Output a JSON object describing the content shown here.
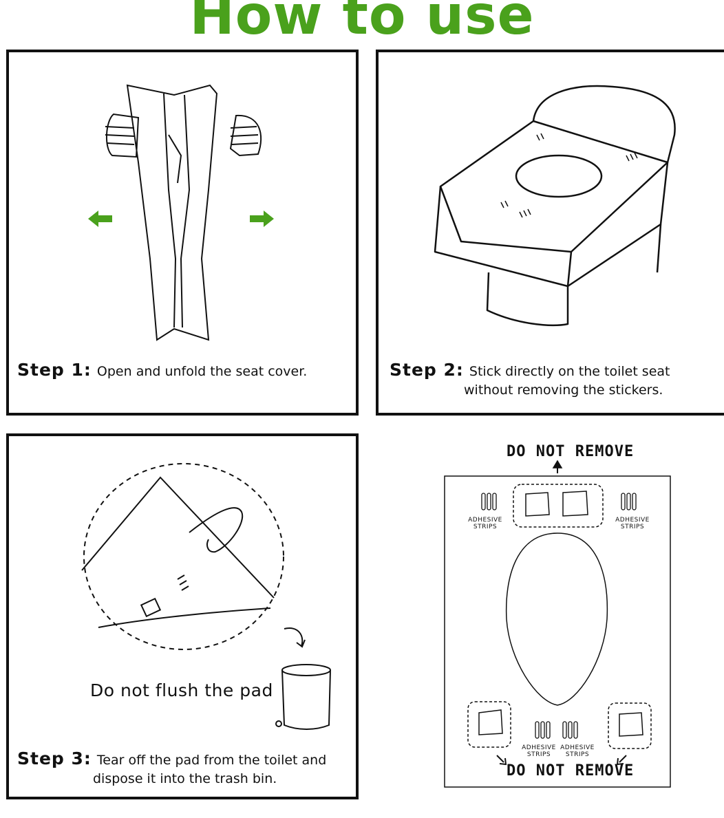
{
  "header": {
    "title": "How to use"
  },
  "steps": [
    {
      "label": "Step 1:",
      "text": "Open and unfold the seat cover."
    },
    {
      "label": "Step 2:",
      "text_line1": "Stick directly on the toilet seat",
      "text_line2": "without removing the stickers."
    },
    {
      "label": "Step 3:",
      "text_line1": "Tear off the pad from the toilet and",
      "text_line2": "dispose it into the trash bin.",
      "note": "Do not flush the pad"
    }
  ],
  "diagram": {
    "top_label": "DO NOT REMOVE",
    "bottom_label": "DO NOT REMOVE",
    "strips": [
      "ADHESIVE",
      "STRIPS"
    ]
  },
  "colors": {
    "accent": "#4aa11c",
    "line": "#111111"
  }
}
